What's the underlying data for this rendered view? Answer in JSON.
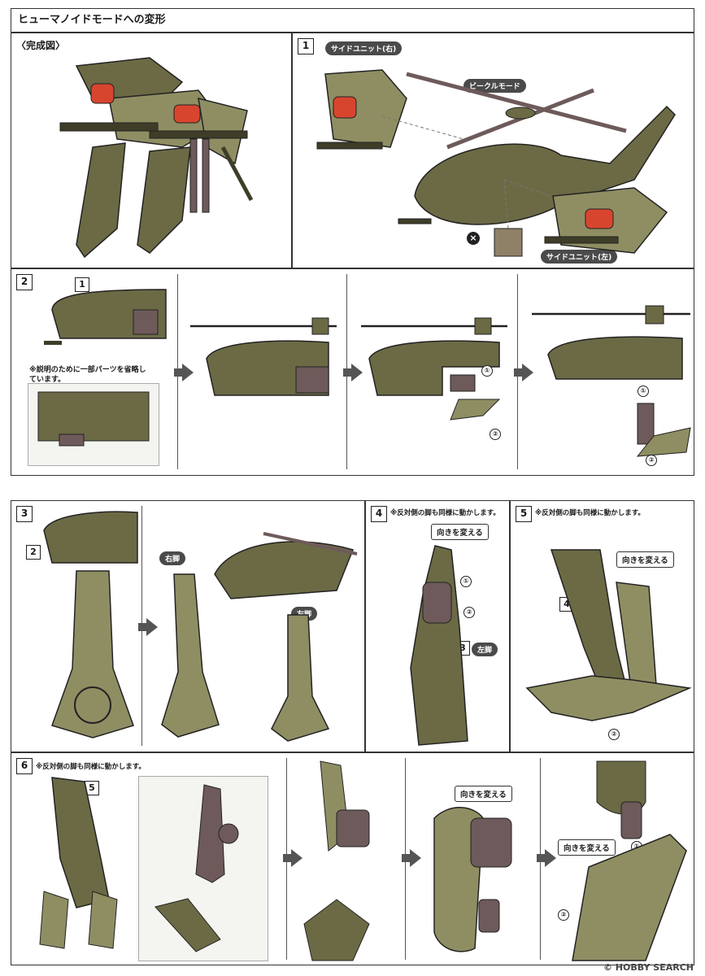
{
  "header": {
    "title": "ヒューマノイドモードへの変形"
  },
  "top": {
    "completed_label": "〈完成図〉",
    "step1": {
      "number": "1",
      "side_unit_right": "サイドユニット(右)",
      "vehicle_mode": "ビークルモード",
      "side_unit_left": "サイドユニット(左)",
      "remove_mark": "×"
    }
  },
  "step2": {
    "number": "2",
    "ref": "1",
    "note": "※説明のために一部パーツを省略しています。",
    "marks": [
      "①",
      "②"
    ]
  },
  "step3": {
    "number": "3",
    "ref": "2",
    "right_leg": "右脚",
    "left_leg": "左脚"
  },
  "step4": {
    "number": "4",
    "note": "※反対側の脚も同様に動かします。",
    "turn": "向きを変える",
    "ref": "3",
    "left_leg": "左脚",
    "marks": [
      "①",
      "②"
    ]
  },
  "step5": {
    "number": "5",
    "note": "※反対側の脚も同様に動かします。",
    "turn": "向きを変える",
    "ref": "4",
    "marks": [
      "①",
      "②"
    ]
  },
  "step6": {
    "number": "6",
    "note": "※反対側の脚も同様に動かします。",
    "ref": "5",
    "turn_a": "向きを変える",
    "turn_b": "向きを変える",
    "marks": [
      "①",
      "②"
    ]
  },
  "watermark": "© HOBBY SEARCH",
  "colors": {
    "olive": "#6b6a45",
    "olive_light": "#8f8e63",
    "olive_dark": "#3e3d28",
    "joint": "#6e5a5a",
    "red": "#d8452f"
  }
}
